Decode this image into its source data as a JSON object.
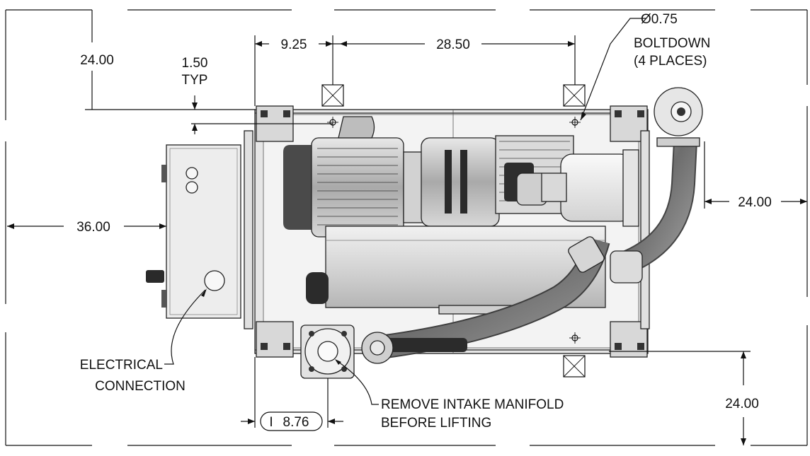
{
  "dimensions": {
    "top_clearance": "24.00",
    "leg_spacing": "9.25",
    "bolt_spacing": "28.50",
    "rail_offset": "1.50",
    "rail_offset_note": "TYP",
    "left_clearance": "36.00",
    "right_clearance": "24.00",
    "bottom_clearance": "24.00",
    "intake_offset": "8.76",
    "intake_offset_prefix": "I"
  },
  "callouts": {
    "boltdown_diameter": "Ø0.75",
    "boltdown_line1": "BOLTDOWN",
    "boltdown_line2": "(4 PLACES)",
    "electrical_line1": "ELECTRICAL",
    "electrical_line2": "CONNECTION",
    "intake_line1": "REMOVE INTAKE MANIFOLD",
    "intake_line2": "BEFORE LIFTING"
  },
  "colors": {
    "line": "#111111",
    "frame": "#e6e6e6",
    "enclosure": "#ededed",
    "motor": "#c9c9c9",
    "hose": "#8a8a8a",
    "dark": "#2a2a2a"
  }
}
